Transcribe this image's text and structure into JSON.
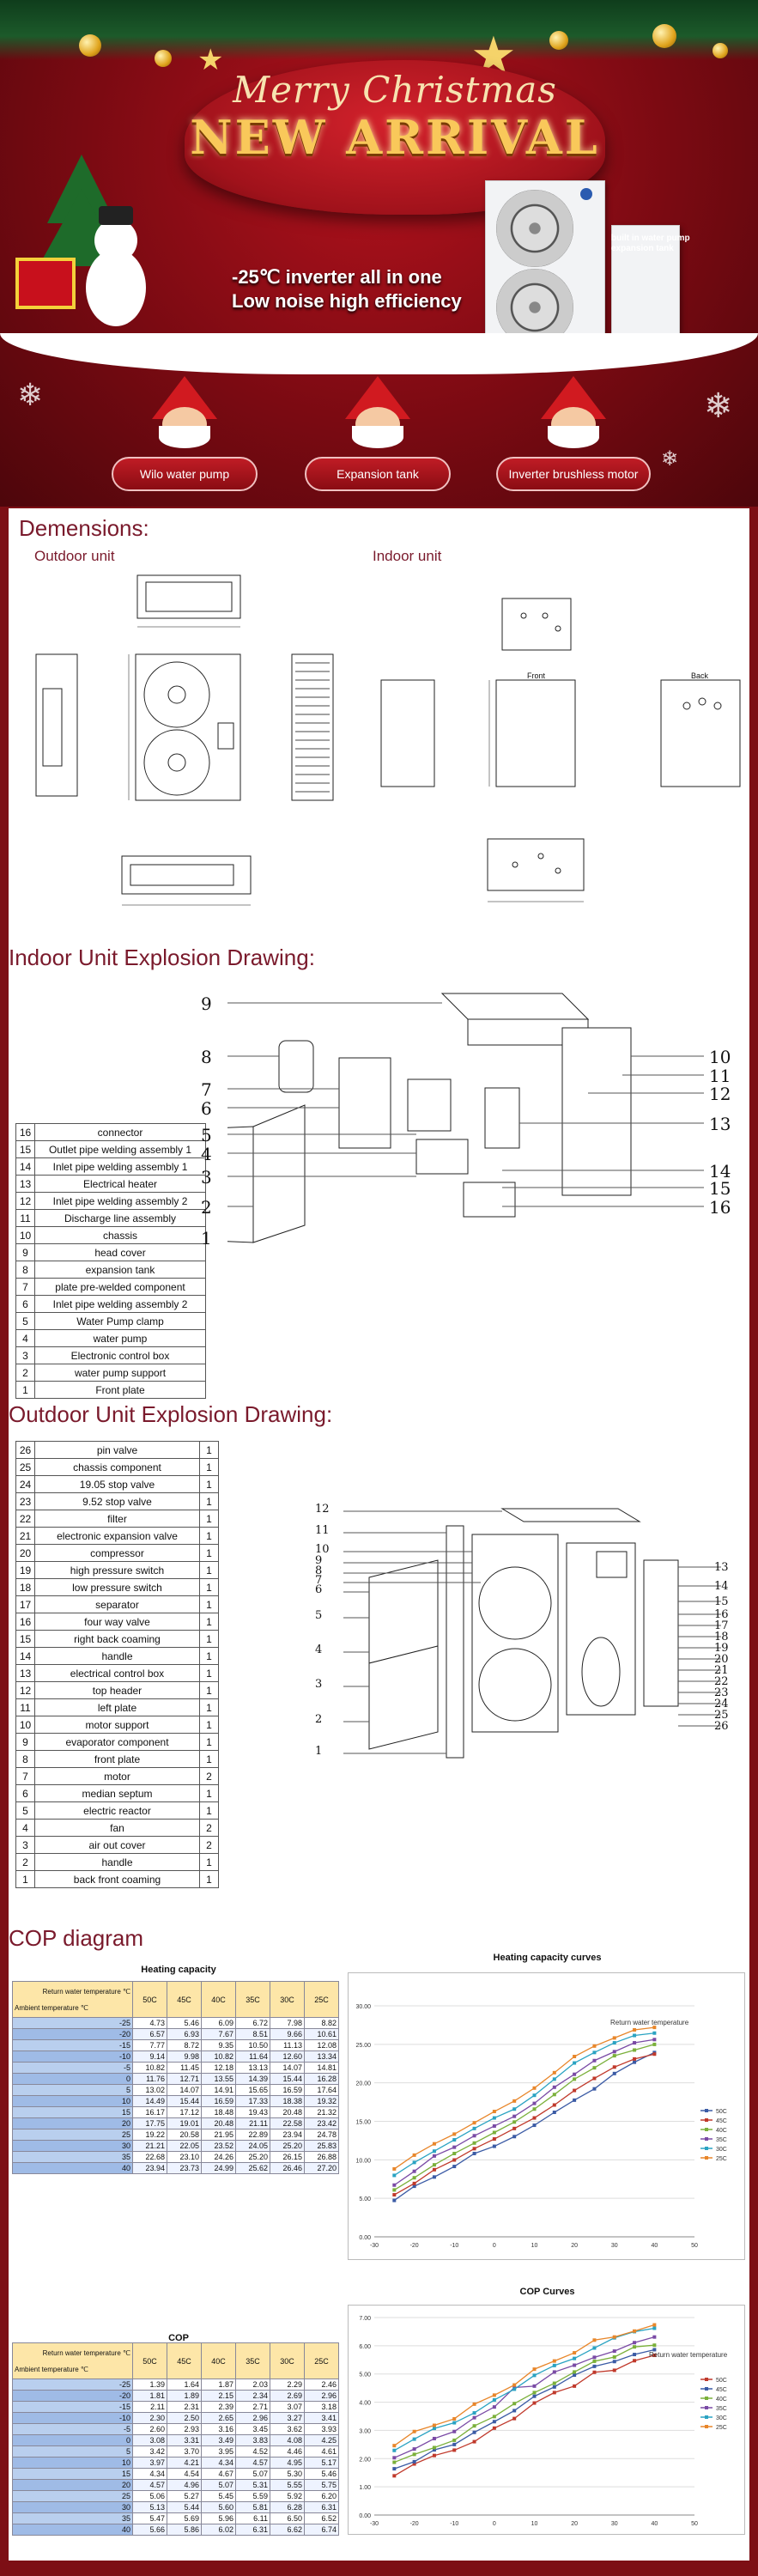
{
  "banner": {
    "merry": "Merry Christmas",
    "title": "NEW ARRIVAL",
    "tagline1": "-25℃ inverter all in one",
    "tagline2": "Low noise high efficiency",
    "note_line1": "built in water pump",
    "note_line2": "expansion tank",
    "features": [
      "Wilo water pump",
      "Expansion tank",
      "Inverter brushless motor"
    ]
  },
  "dimensions": {
    "title": "Demensions:",
    "outdoor_label": "Outdoor unit",
    "indoor_label": "Indoor unit",
    "front_label": "Front",
    "back_label": "Back"
  },
  "indoor": {
    "title": "Indoor Unit Explosion Drawing:",
    "parts": [
      {
        "n": "16",
        "name": "connector"
      },
      {
        "n": "15",
        "name": "Outlet pipe welding assembly 1"
      },
      {
        "n": "14",
        "name": "Inlet pipe welding assembly 1"
      },
      {
        "n": "13",
        "name": "Electrical heater"
      },
      {
        "n": "12",
        "name": "Inlet pipe welding assembly 2"
      },
      {
        "n": "11",
        "name": "Discharge line assembly"
      },
      {
        "n": "10",
        "name": "chassis"
      },
      {
        "n": "9",
        "name": "head cover"
      },
      {
        "n": "8",
        "name": "expansion tank"
      },
      {
        "n": "7",
        "name": "plate pre-welded component"
      },
      {
        "n": "6",
        "name": "Inlet pipe welding assembly 2"
      },
      {
        "n": "5",
        "name": "Water Pump clamp"
      },
      {
        "n": "4",
        "name": "water pump"
      },
      {
        "n": "3",
        "name": "Electronic control box"
      },
      {
        "n": "2",
        "name": "water pump support"
      },
      {
        "n": "1",
        "name": "Front plate"
      }
    ],
    "callouts_left": [
      "9",
      "8",
      "7",
      "6",
      "5",
      "4",
      "3",
      "2",
      "1"
    ],
    "callouts_right": [
      "10",
      "11",
      "12",
      "13",
      "14",
      "15",
      "16"
    ]
  },
  "outdoor": {
    "title": "Outdoor Unit Explosion Drawing:",
    "parts": [
      {
        "n": "26",
        "name": "pin valve",
        "q": "1"
      },
      {
        "n": "25",
        "name": "chassis component",
        "q": "1"
      },
      {
        "n": "24",
        "name": "19.05 stop valve",
        "q": "1"
      },
      {
        "n": "23",
        "name": "9.52 stop valve",
        "q": "1"
      },
      {
        "n": "22",
        "name": "filter",
        "q": "1"
      },
      {
        "n": "21",
        "name": "electronic expansion valve",
        "q": "1"
      },
      {
        "n": "20",
        "name": "compressor",
        "q": "1"
      },
      {
        "n": "19",
        "name": "high pressure switch",
        "q": "1"
      },
      {
        "n": "18",
        "name": "low pressure switch",
        "q": "1"
      },
      {
        "n": "17",
        "name": "separator",
        "q": "1"
      },
      {
        "n": "16",
        "name": "four way valve",
        "q": "1"
      },
      {
        "n": "15",
        "name": "right back coaming",
        "q": "1"
      },
      {
        "n": "14",
        "name": "handle",
        "q": "1"
      },
      {
        "n": "13",
        "name": "electrical control box",
        "q": "1"
      },
      {
        "n": "12",
        "name": "top header",
        "q": "1"
      },
      {
        "n": "11",
        "name": "left plate",
        "q": "1"
      },
      {
        "n": "10",
        "name": "motor support",
        "q": "1"
      },
      {
        "n": "9",
        "name": "evaporator component",
        "q": "1"
      },
      {
        "n": "8",
        "name": "front plate",
        "q": "1"
      },
      {
        "n": "7",
        "name": "motor",
        "q": "2"
      },
      {
        "n": "6",
        "name": "median septum",
        "q": "1"
      },
      {
        "n": "5",
        "name": "electric reactor",
        "q": "1"
      },
      {
        "n": "4",
        "name": "fan",
        "q": "2"
      },
      {
        "n": "3",
        "name": "air out cover",
        "q": "2"
      },
      {
        "n": "2",
        "name": "handle",
        "q": "1"
      },
      {
        "n": "1",
        "name": "back front coaming",
        "q": "1"
      }
    ],
    "callouts_left": [
      "12",
      "11",
      "10",
      "9",
      "8",
      "7",
      "6",
      "5",
      "4",
      "3",
      "2",
      "1"
    ],
    "callouts_right": [
      "13",
      "14",
      "15",
      "16",
      "17",
      "18",
      "19",
      "20",
      "21",
      "22",
      "23",
      "24",
      "25",
      "26"
    ]
  },
  "cop": {
    "title": "COP diagram",
    "heating_table_title": "Heating capacity",
    "cop_table_title": "COP",
    "corner_top": "Return water temperature ℃",
    "corner_bottom": "Ambient temperature ℃",
    "columns": [
      "50C",
      "45C",
      "40C",
      "35C",
      "30C",
      "25C"
    ],
    "heating_rows": [
      {
        "t": "-25",
        "v": [
          "4.73",
          "5.46",
          "6.09",
          "6.72",
          "7.98",
          "8.82"
        ]
      },
      {
        "t": "-20",
        "v": [
          "6.57",
          "6.93",
          "7.67",
          "8.51",
          "9.66",
          "10.61"
        ]
      },
      {
        "t": "-15",
        "v": [
          "7.77",
          "8.72",
          "9.35",
          "10.50",
          "11.13",
          "12.08"
        ]
      },
      {
        "t": "-10",
        "v": [
          "9.14",
          "9.98",
          "10.82",
          "11.64",
          "12.60",
          "13.34"
        ]
      },
      {
        "t": "-5",
        "v": [
          "10.82",
          "11.45",
          "12.18",
          "13.13",
          "14.07",
          "14.81"
        ]
      },
      {
        "t": "0",
        "v": [
          "11.76",
          "12.71",
          "13.55",
          "14.39",
          "15.44",
          "16.28"
        ]
      },
      {
        "t": "5",
        "v": [
          "13.02",
          "14.07",
          "14.91",
          "15.65",
          "16.59",
          "17.64"
        ]
      },
      {
        "t": "10",
        "v": [
          "14.49",
          "15.44",
          "16.59",
          "17.33",
          "18.38",
          "19.32"
        ]
      },
      {
        "t": "15",
        "v": [
          "16.17",
          "17.12",
          "18.48",
          "19.43",
          "20.48",
          "21.32"
        ]
      },
      {
        "t": "20",
        "v": [
          "17.75",
          "19.01",
          "20.48",
          "21.11",
          "22.58",
          "23.42"
        ]
      },
      {
        "t": "25",
        "v": [
          "19.22",
          "20.58",
          "21.95",
          "22.89",
          "23.94",
          "24.78"
        ]
      },
      {
        "t": "30",
        "v": [
          "21.21",
          "22.05",
          "23.52",
          "24.05",
          "25.20",
          "25.83"
        ]
      },
      {
        "t": "35",
        "v": [
          "22.68",
          "23.10",
          "24.26",
          "25.20",
          "26.15",
          "26.88"
        ]
      },
      {
        "t": "40",
        "v": [
          "23.94",
          "23.73",
          "24.99",
          "25.62",
          "26.46",
          "27.20"
        ]
      }
    ],
    "cop_rows": [
      {
        "t": "-25",
        "v": [
          "1.39",
          "1.64",
          "1.87",
          "2.03",
          "2.29",
          "2.46"
        ]
      },
      {
        "t": "-20",
        "v": [
          "1.81",
          "1.89",
          "2.15",
          "2.34",
          "2.69",
          "2.96"
        ]
      },
      {
        "t": "-15",
        "v": [
          "2.11",
          "2.31",
          "2.39",
          "2.71",
          "3.07",
          "3.18"
        ]
      },
      {
        "t": "-10",
        "v": [
          "2.30",
          "2.50",
          "2.65",
          "2.96",
          "3.27",
          "3.41"
        ]
      },
      {
        "t": "-5",
        "v": [
          "2.60",
          "2.93",
          "3.16",
          "3.45",
          "3.62",
          "3.93"
        ]
      },
      {
        "t": "0",
        "v": [
          "3.08",
          "3.31",
          "3.49",
          "3.83",
          "4.08",
          "4.25"
        ]
      },
      {
        "t": "5",
        "v": [
          "3.42",
          "3.70",
          "3.95",
          "4.52",
          "4.46",
          "4.61"
        ]
      },
      {
        "t": "10",
        "v": [
          "3.97",
          "4.21",
          "4.34",
          "4.57",
          "4.95",
          "5.17"
        ]
      },
      {
        "t": "15",
        "v": [
          "4.34",
          "4.54",
          "4.67",
          "5.07",
          "5.30",
          "5.46"
        ]
      },
      {
        "t": "20",
        "v": [
          "4.57",
          "4.96",
          "5.07",
          "5.31",
          "5.55",
          "5.75"
        ]
      },
      {
        "t": "25",
        "v": [
          "5.06",
          "5.27",
          "5.45",
          "5.59",
          "5.92",
          "6.20"
        ]
      },
      {
        "t": "30",
        "v": [
          "5.13",
          "5.44",
          "5.60",
          "5.81",
          "6.28",
          "6.31"
        ]
      },
      {
        "t": "35",
        "v": [
          "5.47",
          "5.69",
          "5.96",
          "6.11",
          "6.50",
          "6.52"
        ]
      },
      {
        "t": "40",
        "v": [
          "5.66",
          "5.86",
          "6.02",
          "6.31",
          "6.62",
          "6.74"
        ]
      }
    ]
  },
  "chart_data": [
    {
      "type": "line",
      "title": "Heating capacity curves",
      "annotation": "Return water temperature",
      "x": [
        -25,
        -20,
        -15,
        -10,
        -5,
        0,
        5,
        10,
        15,
        20,
        25,
        30,
        35,
        40
      ],
      "xlim": [
        -30,
        50
      ],
      "xticks": [
        -30,
        -20,
        -10,
        0,
        10,
        20,
        30,
        40,
        50
      ],
      "ylim": [
        0,
        30
      ],
      "yticks": [
        0,
        5,
        10,
        15,
        20,
        25,
        30
      ],
      "ytick_labels": [
        "0.00",
        "5.00",
        "10.00",
        "15.00",
        "20.00",
        "25.00",
        "30.00"
      ],
      "grid": true,
      "legend": "right",
      "series": [
        {
          "name": "50C",
          "color": "#3b5ba5",
          "values": [
            4.73,
            6.57,
            7.77,
            9.14,
            10.82,
            11.76,
            13.02,
            14.49,
            16.17,
            17.75,
            19.22,
            21.21,
            22.68,
            23.94
          ]
        },
        {
          "name": "45C",
          "color": "#c0392b",
          "values": [
            5.46,
            6.93,
            8.72,
            9.98,
            11.45,
            12.71,
            14.07,
            15.44,
            17.12,
            19.01,
            20.58,
            22.05,
            23.1,
            23.73
          ]
        },
        {
          "name": "40C",
          "color": "#7ab03a",
          "values": [
            6.09,
            7.67,
            9.35,
            10.82,
            12.18,
            13.55,
            14.91,
            16.59,
            18.48,
            20.48,
            21.95,
            23.52,
            24.26,
            24.99
          ]
        },
        {
          "name": "35C",
          "color": "#7a4aa5",
          "values": [
            6.72,
            8.51,
            10.5,
            11.64,
            13.13,
            14.39,
            15.65,
            17.33,
            19.43,
            21.11,
            22.89,
            24.05,
            25.2,
            25.62
          ]
        },
        {
          "name": "30C",
          "color": "#2aa3c2",
          "values": [
            7.98,
            9.66,
            11.13,
            12.6,
            14.07,
            15.44,
            16.59,
            18.38,
            20.48,
            22.58,
            23.94,
            25.2,
            26.15,
            26.46
          ]
        },
        {
          "name": "25C",
          "color": "#e8862a",
          "values": [
            8.82,
            10.61,
            12.08,
            13.34,
            14.81,
            16.28,
            17.64,
            19.32,
            21.32,
            23.42,
            24.78,
            25.83,
            26.88,
            27.2
          ]
        }
      ]
    },
    {
      "type": "line",
      "title": "COP Curves",
      "annotation": "Return water temperature",
      "x": [
        -25,
        -20,
        -15,
        -10,
        -5,
        0,
        5,
        10,
        15,
        20,
        25,
        30,
        35,
        40
      ],
      "xlim": [
        -30,
        50
      ],
      "xticks": [
        -30,
        -20,
        -10,
        0,
        10,
        20,
        30,
        40,
        50
      ],
      "ylim": [
        0,
        7
      ],
      "yticks": [
        0,
        1,
        2,
        3,
        4,
        5,
        6,
        7
      ],
      "ytick_labels": [
        "0.00",
        "1.00",
        "2.00",
        "3.00",
        "4.00",
        "5.00",
        "6.00",
        "7.00"
      ],
      "grid": true,
      "legend": "right",
      "series": [
        {
          "name": "50C",
          "color": "#c0392b",
          "values": [
            1.39,
            1.81,
            2.11,
            2.3,
            2.6,
            3.08,
            3.42,
            3.97,
            4.34,
            4.57,
            5.06,
            5.13,
            5.47,
            5.66
          ]
        },
        {
          "name": "45C",
          "color": "#3b5ba5",
          "values": [
            1.64,
            1.89,
            2.31,
            2.5,
            2.93,
            3.31,
            3.7,
            4.21,
            4.54,
            4.96,
            5.27,
            5.44,
            5.69,
            5.86
          ]
        },
        {
          "name": "40C",
          "color": "#7ab03a",
          "values": [
            1.87,
            2.15,
            2.39,
            2.65,
            3.16,
            3.49,
            3.95,
            4.34,
            4.67,
            5.07,
            5.45,
            5.6,
            5.96,
            6.02
          ]
        },
        {
          "name": "35C",
          "color": "#7a4aa5",
          "values": [
            2.03,
            2.34,
            2.71,
            2.96,
            3.45,
            3.83,
            4.52,
            4.57,
            5.07,
            5.31,
            5.59,
            5.81,
            6.11,
            6.31
          ]
        },
        {
          "name": "30C",
          "color": "#2aa3c2",
          "values": [
            2.29,
            2.69,
            3.07,
            3.27,
            3.62,
            4.08,
            4.46,
            4.95,
            5.3,
            5.55,
            5.92,
            6.28,
            6.5,
            6.62
          ]
        },
        {
          "name": "25C",
          "color": "#e8862a",
          "values": [
            2.46,
            2.96,
            3.18,
            3.41,
            3.93,
            4.25,
            4.61,
            5.17,
            5.46,
            5.75,
            6.2,
            6.31,
            6.52,
            6.74
          ]
        }
      ]
    }
  ]
}
